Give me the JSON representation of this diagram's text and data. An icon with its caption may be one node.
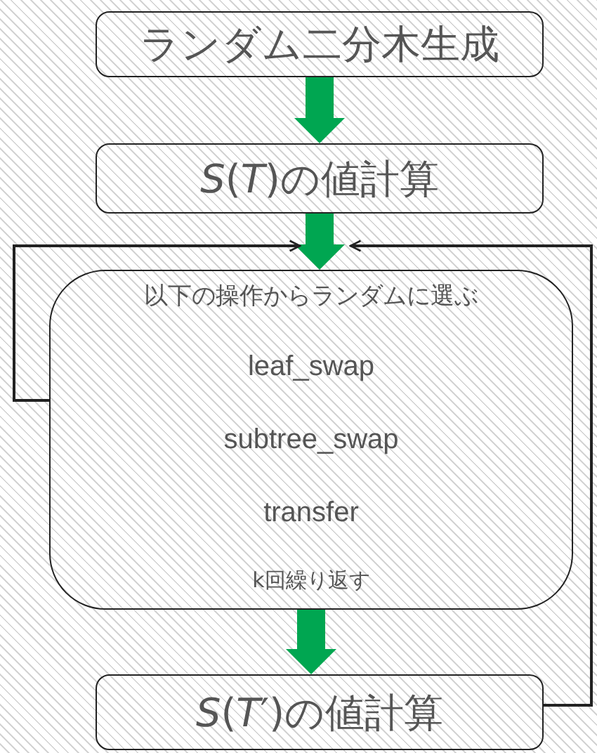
{
  "diagram": {
    "nodes": [
      {
        "text": [
          "ランダム二分木生成"
        ]
      },
      {
        "text": [
          "*S*(*T*)の値計算"
        ]
      },
      {
        "text": [
          "以下の操作からランダムに選ぶ",
          "leaf_swap",
          "subtree_swap",
          "transfer",
          "k回繰り返す"
        ]
      },
      {
        "text": [
          "*S*(*T*′)の値計算"
        ]
      }
    ],
    "edges": [
      {
        "from": 0,
        "to": 1,
        "arrow": "to",
        "style": "thick",
        "color": "#00a651"
      },
      {
        "from": 1,
        "to": 2,
        "arrow": "to",
        "style": "thick",
        "color": "#00a651"
      },
      {
        "from": 2,
        "to": 3,
        "arrow": "to",
        "style": "thick",
        "color": "#00a651"
      },
      {
        "from": 2,
        "to": 2,
        "arrow": "to"
      },
      {
        "from": 3,
        "to": 2,
        "arrow": "to"
      }
    ]
  }
}
